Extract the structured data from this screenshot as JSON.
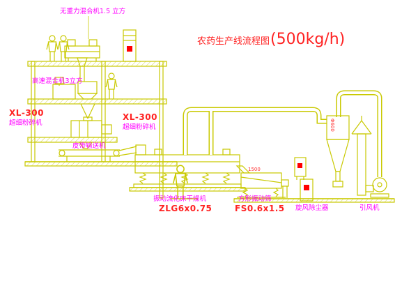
{
  "title": {
    "text": "农药生产线流程图",
    "capacity": "(500kg/h)"
  },
  "equipment_labels": {
    "gravity_mixer": "无重力混合机1.5 立方",
    "high_speed_mixer": "高速混合机3立方",
    "crusher_left_model": "XL-300",
    "crusher_left_name": "超细粉碎机",
    "crusher_center_model": "XL-300",
    "crusher_center_name": "超细粉碎机",
    "belt_conveyor": "皮带输送机",
    "fluid_bed_dryer": "振动流化床干燥机",
    "fluid_bed_dryer_model": "ZLG6x0.75",
    "vibrating_screen": "方形振动筛",
    "vibrating_screen_model": "FS0.6x1.5",
    "cyclone": "旋风除尘器",
    "induced_draft_fan": "引风机"
  },
  "dimensions": {
    "screen_length": "1500",
    "cyclone_diameter": "Φ600"
  },
  "colors": {
    "line": "#c9c900",
    "title_red": "#ff2222",
    "label_magenta": "#ff00ff",
    "dim_red": "#ff3333",
    "background": "#ffffff"
  }
}
